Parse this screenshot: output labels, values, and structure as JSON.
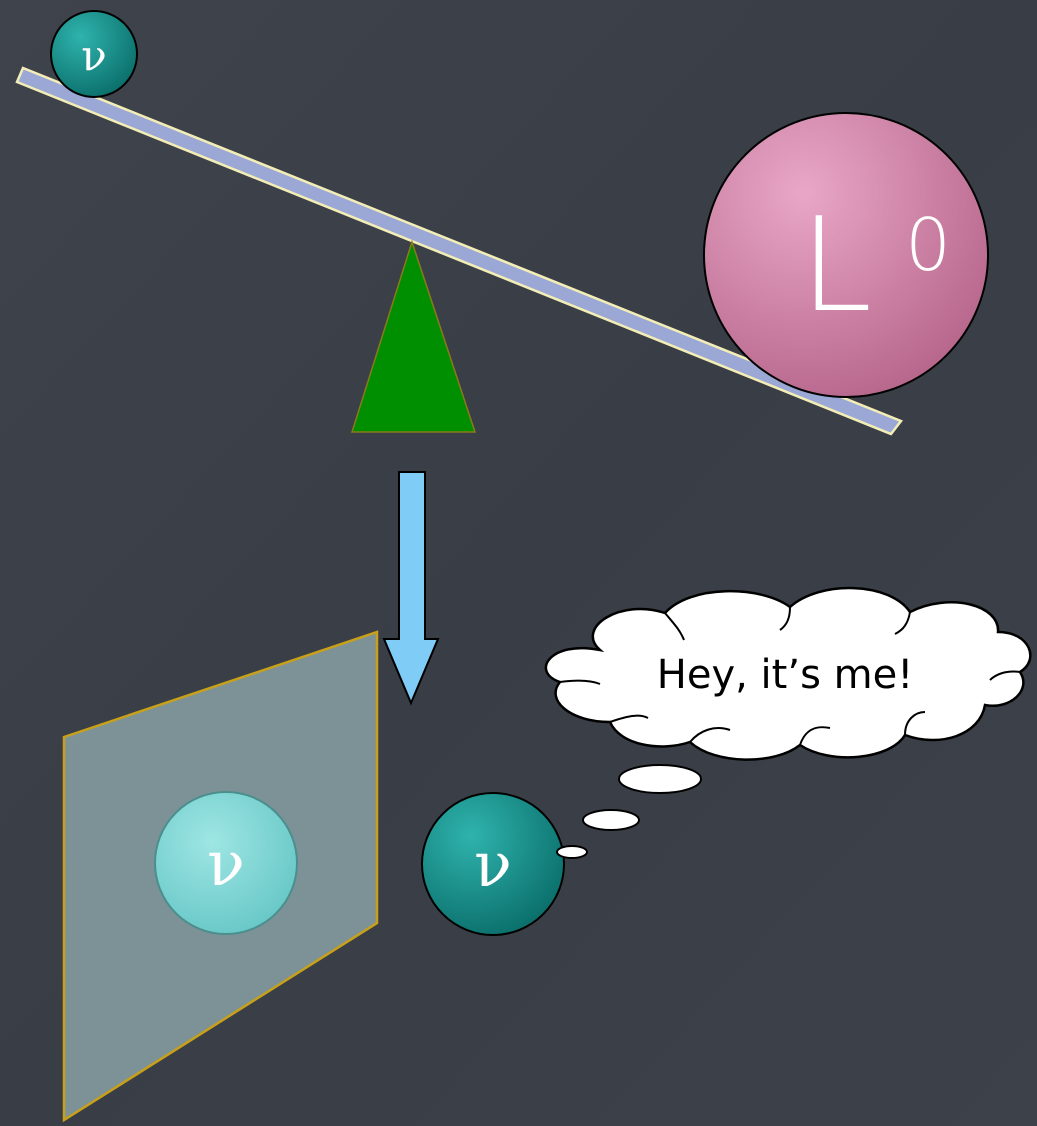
{
  "diagram": {
    "particles": {
      "small_nu_label": "ν",
      "mirror_nu_label": "ν",
      "right_nu_label": "ν"
    },
    "heavy_ball": {
      "label": "L",
      "superscript": "0"
    },
    "thought_bubble": {
      "text": "Hey, it’s me!"
    },
    "colors": {
      "background": "#3b3f47",
      "beam": "#9ba8d6",
      "beam_edge": "#f3edb6",
      "fulcrum": "#008f00",
      "arrow": "#7fcdf6",
      "heavy_ball": "#d27fa6",
      "nu_ball": "#0f8f8a",
      "mirror_plane": "#a6c6c8",
      "mirror_edge": "#c8a019",
      "mirror_nu_ball": "#7fd6d6",
      "bubble": "#ffffff"
    }
  }
}
